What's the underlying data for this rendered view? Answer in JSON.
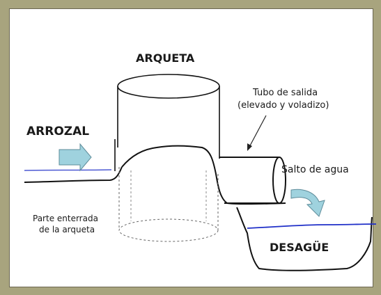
{
  "labels": {
    "arqueta": "ARQUETA",
    "arrozal": "ARROZAL",
    "tubo_line1": "Tubo de salida",
    "tubo_line2": "(elevado y voladizo)",
    "salto": "Salto de agua",
    "enterrada_line1": "Parte enterrada",
    "enterrada_line2": "de la arqueta",
    "desague": "DESAGÜE"
  },
  "colors": {
    "frame": "#a8a47e",
    "water_line": "#1f2fc8",
    "arrow_fill": "#9fd2de",
    "ground_line": "#111111"
  }
}
